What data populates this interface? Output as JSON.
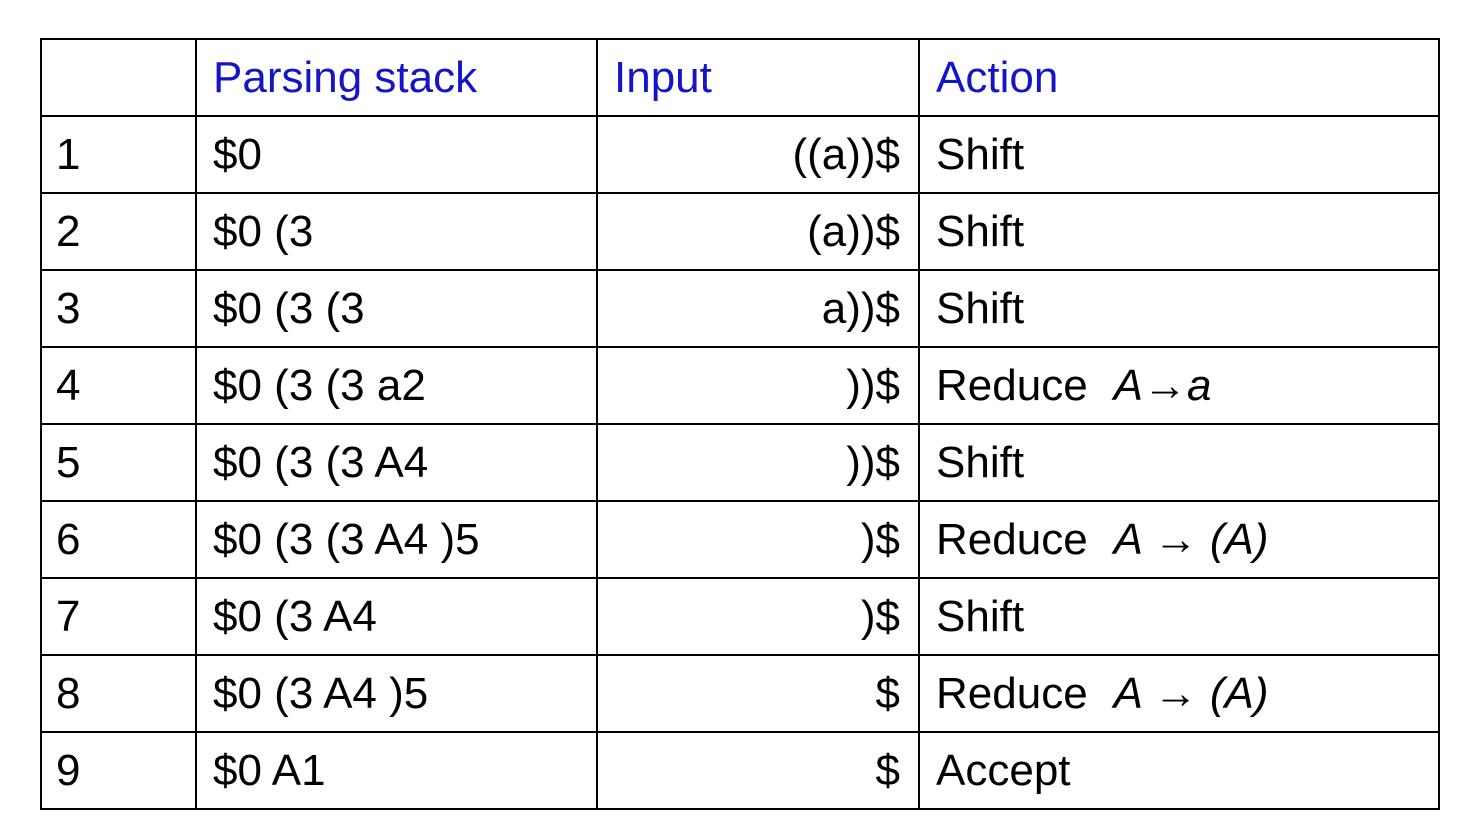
{
  "table": {
    "headers": {
      "number": "",
      "stack": "Parsing  stack",
      "input": "Input",
      "action": "Action"
    },
    "rows": [
      {
        "num": "1",
        "stack": "$0",
        "input": "((a))$",
        "action": "Shift",
        "rule": ""
      },
      {
        "num": "2",
        "stack": "$0 (3",
        "input": "(a))$",
        "action": "Shift",
        "rule": ""
      },
      {
        "num": "3",
        "stack": "$0 (3 (3",
        "input": "a))$",
        "action": "Shift",
        "rule": ""
      },
      {
        "num": "4",
        "stack": "$0 (3 (3 a2",
        "input": "))$",
        "action": "Reduce",
        "rule": "A→a"
      },
      {
        "num": "5",
        "stack": "$0 (3 (3 A4",
        "input": "))$",
        "action": "Shift",
        "rule": ""
      },
      {
        "num": "6",
        "stack": "$0 (3 (3 A4 )5",
        "input": ")$",
        "action": "Reduce",
        "rule": "A → (A)"
      },
      {
        "num": "7",
        "stack": "$0 (3 A4",
        "input": ")$",
        "action": "Shift",
        "rule": ""
      },
      {
        "num": "8",
        "stack": "$0 (3 A4 )5",
        "input": "$",
        "action": "Reduce",
        "rule": "A → (A)"
      },
      {
        "num": "9",
        "stack": "$0 A1",
        "input": "$",
        "action": "Accept",
        "rule": ""
      }
    ]
  }
}
